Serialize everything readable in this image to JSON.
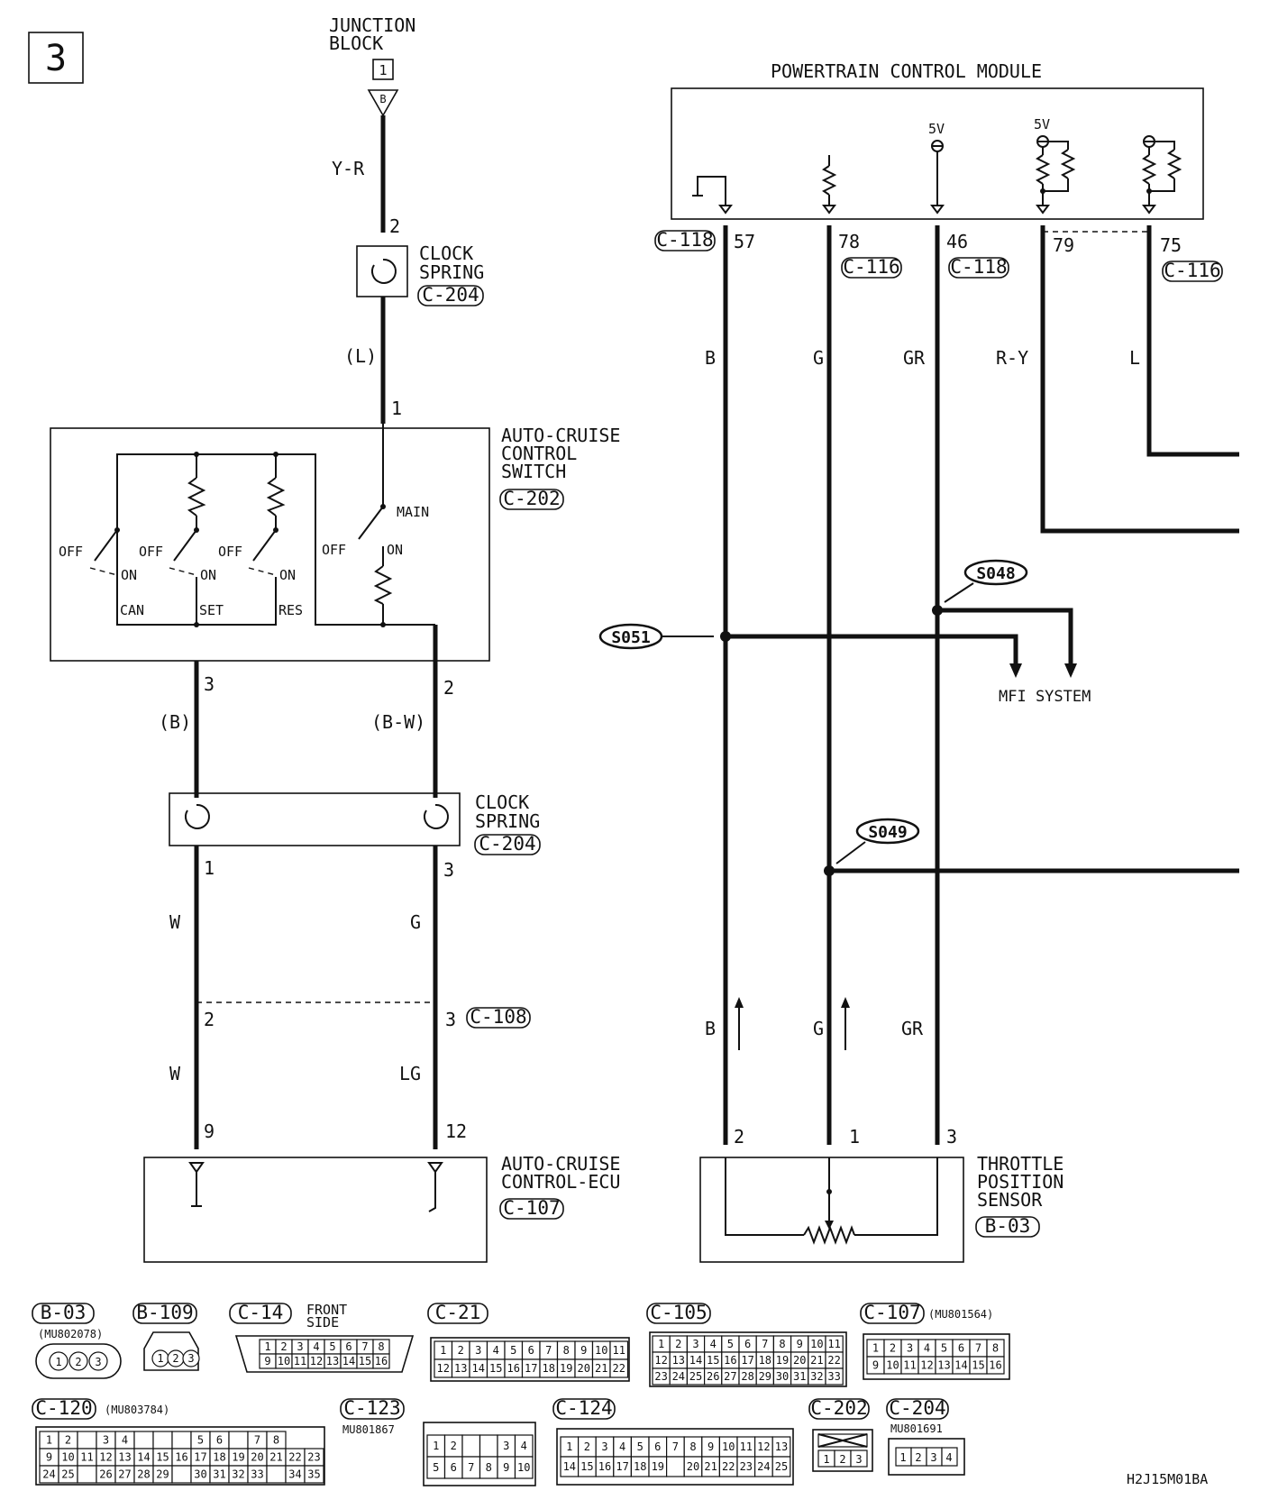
{
  "page_number": "3",
  "diagram_code": "H2J15M01BA",
  "junction_block": {
    "title_line1": "JUNCTION",
    "title_line2": "BLOCK",
    "fuse_no": "1",
    "terminal": "B"
  },
  "left_wires": {
    "yr": "Y-R",
    "l": "(L)",
    "b_paren": "(B)",
    "bw_paren": "(B-W)",
    "w1": "W",
    "g1": "G",
    "w2": "W",
    "lg": "LG"
  },
  "pins": {
    "cs_top_2": "2",
    "cs_top_1": "1",
    "sw_3": "3",
    "sw_2": "2",
    "cs2_1": "1",
    "cs2_3": "3",
    "c108_2": "2",
    "c108_3": "3",
    "ecu_9": "9",
    "ecu_12": "12"
  },
  "clock_spring_top": {
    "line1": "CLOCK",
    "line2": "SPRING",
    "conn": "C-204"
  },
  "clock_spring_bottom": {
    "line1": "CLOCK",
    "line2": "SPRING",
    "conn": "C-204"
  },
  "switch": {
    "line1": "AUTO-CRUISE",
    "line2": "CONTROL",
    "line3": "SWITCH",
    "conn": "C-202",
    "off1": "OFF",
    "off2": "OFF",
    "off3": "OFF",
    "off4": "OFF",
    "on1": "ON",
    "on2": "ON",
    "on3": "ON",
    "on4": "ON",
    "main": "MAIN",
    "can": "CAN",
    "set": "SET",
    "res": "RES"
  },
  "c108_label": "C-108",
  "ecu": {
    "line1": "AUTO-CRUISE",
    "line2": "CONTROL-ECU",
    "conn": "C-107"
  },
  "pcm": {
    "title": "POWERTRAIN CONTROL MODULE",
    "v5a": "5V",
    "v5b": "5V",
    "c118a": "C-118",
    "c116a": "C-116",
    "c118b": "C-118",
    "c116b": "C-116",
    "p57": "57",
    "p78": "78",
    "p46": "46",
    "p79": "79",
    "p75": "75"
  },
  "right_wires": {
    "b": "B",
    "g": "G",
    "gr": "GR",
    "ry": "R-Y",
    "l": "L",
    "b2": "B",
    "g2": "G",
    "gr2": "GR"
  },
  "splices": {
    "s048": "S048",
    "s051": "S051",
    "s049": "S049"
  },
  "mfi": "MFI SYSTEM",
  "tps": {
    "line1": "THROTTLE",
    "line2": "POSITION",
    "line3": "SENSOR",
    "conn": "B-03",
    "p2": "2",
    "p1": "1",
    "p3": "3"
  },
  "connectors": {
    "b03": {
      "name": "B-03",
      "part": "(MU802078)",
      "pins": [
        "1",
        "2",
        "3"
      ]
    },
    "b109": {
      "name": "B-109",
      "pins": [
        "1",
        "2",
        "3"
      ]
    },
    "c14": {
      "name": "C-14",
      "note1": "FRONT",
      "note2": "SIDE",
      "row1": [
        "1",
        "2",
        "3",
        "4",
        "5",
        "6",
        "7",
        "8"
      ],
      "row2": [
        "9",
        "10",
        "11",
        "12",
        "13",
        "14",
        "15",
        "16"
      ]
    },
    "c21": {
      "name": "C-21",
      "row1": [
        "1",
        "2",
        "3",
        "4",
        "5",
        "6",
        "7",
        "8",
        "9",
        "10",
        "11"
      ],
      "row2": [
        "12",
        "13",
        "14",
        "15",
        "16",
        "17",
        "18",
        "19",
        "20",
        "21",
        "22"
      ]
    },
    "c105": {
      "name": "C-105",
      "row1": [
        "1",
        "2",
        "3",
        "4",
        "5",
        "6",
        "7",
        "8",
        "9",
        "10",
        "11"
      ],
      "row2": [
        "12",
        "13",
        "14",
        "15",
        "16",
        "17",
        "18",
        "19",
        "20",
        "21",
        "22"
      ],
      "row3": [
        "23",
        "24",
        "25",
        "26",
        "27",
        "28",
        "29",
        "30",
        "31",
        "32",
        "33"
      ]
    },
    "c107": {
      "name": "C-107",
      "part": "(MU801564)",
      "row1": [
        "1",
        "2",
        "3",
        "4",
        "5",
        "6",
        "7",
        "8"
      ],
      "row2": [
        "9",
        "10",
        "11",
        "12",
        "13",
        "14",
        "15",
        "16"
      ]
    },
    "c120": {
      "name": "C-120",
      "part": "(MU803784)",
      "row1": [
        "1",
        "2",
        "",
        "3",
        "4",
        "",
        "",
        "",
        "5",
        "6",
        "",
        "7",
        "8"
      ],
      "row2": [
        "9",
        "10",
        "11",
        "12",
        "13",
        "14",
        "15",
        "16",
        "17",
        "18",
        "19",
        "20",
        "21",
        "22",
        "23"
      ],
      "row3": [
        "24",
        "25",
        "",
        "26",
        "27",
        "28",
        "29",
        "",
        "30",
        "31",
        "32",
        "33",
        "",
        "34",
        "35"
      ]
    },
    "c123": {
      "name": "C-123",
      "part": "MU801867",
      "row1": [
        "1",
        "2",
        "",
        "",
        "3",
        "4"
      ],
      "row2": [
        "5",
        "6",
        "7",
        "8",
        "9",
        "10"
      ]
    },
    "c124": {
      "name": "C-124",
      "row1": [
        "1",
        "2",
        "3",
        "4",
        "5",
        "6",
        "7",
        "8",
        "9",
        "10",
        "11",
        "12",
        "13"
      ],
      "row2": [
        "14",
        "15",
        "16",
        "17",
        "18",
        "19",
        "",
        "20",
        "21",
        "22",
        "23",
        "24",
        "25"
      ]
    },
    "c202": {
      "name": "C-202",
      "pins": [
        "1",
        "2",
        "3"
      ]
    },
    "c204": {
      "name": "C-204",
      "part": "MU801691",
      "pins": [
        "1",
        "2",
        "3",
        "4"
      ]
    }
  }
}
